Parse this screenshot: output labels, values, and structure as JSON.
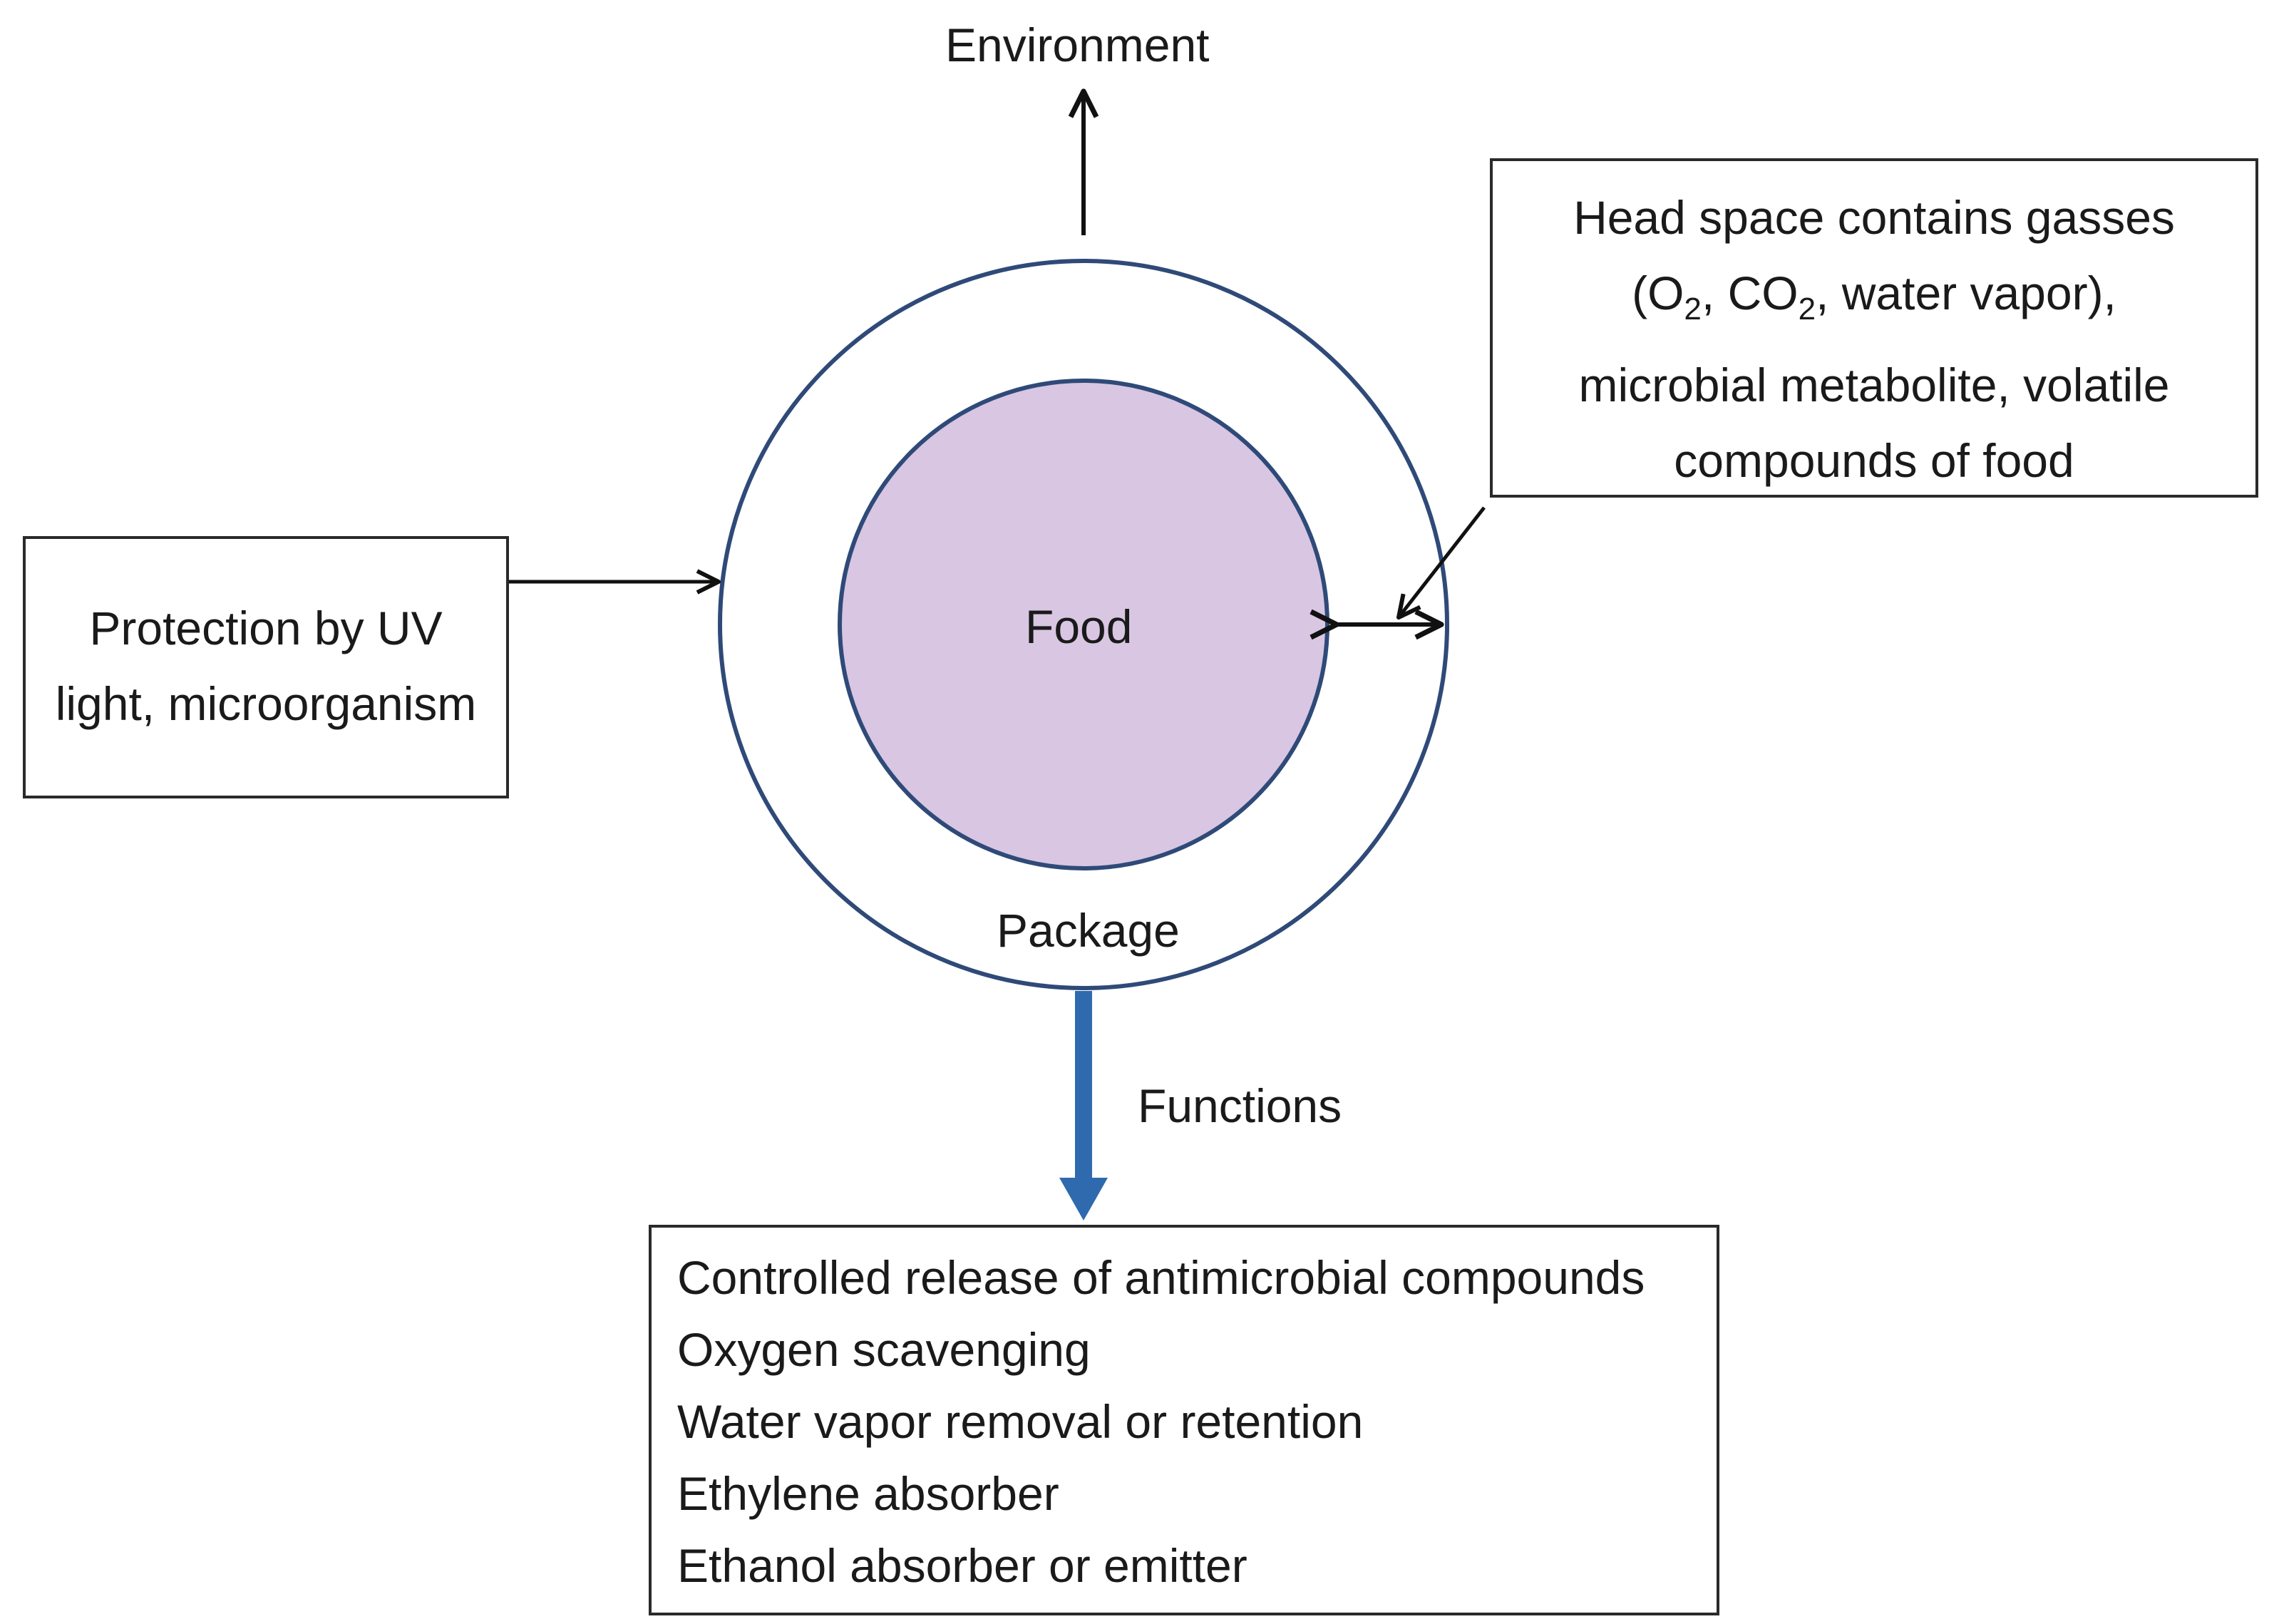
{
  "labels": {
    "environment": "Environment",
    "food": "Food",
    "package": "Package",
    "functions": "Functions"
  },
  "protection_box": {
    "lines": [
      "Protection by UV",
      "light, microorganism"
    ]
  },
  "headspace_box": {
    "line1": "Head space contains gasses",
    "line2_open": "(O",
    "line2_sub1": "2",
    "line2_mid": ", CO",
    "line2_sub2": "2",
    "line2_close": ", water vapor),",
    "line3": "microbial metabolite, volatile",
    "line4": "compounds of food"
  },
  "functions_box": {
    "items": [
      "Controlled release of antimicrobial compounds",
      "Oxygen scavenging",
      "Water vapor removal or retention",
      "Ethylene absorber",
      "Ethanol absorber or emitter"
    ]
  },
  "colors": {
    "food_fill": "#d8c6e2",
    "circle_stroke": "#2f4a78",
    "functions_arrow": "#2e6aad",
    "line": "#111111"
  }
}
